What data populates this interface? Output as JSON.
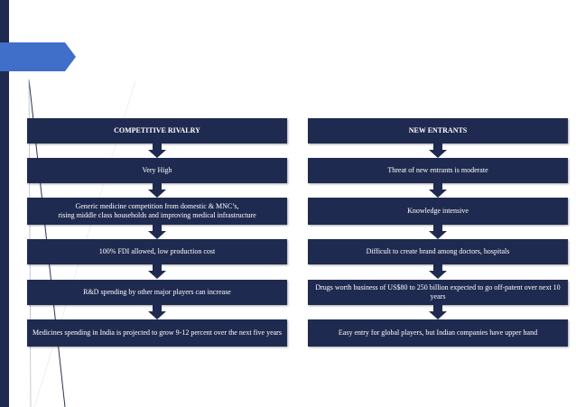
{
  "colors": {
    "box": "#1f2a50",
    "accent_tab": "#3f6fc9",
    "text": "#ffffff"
  },
  "left_column": {
    "header": "COMPETITIVE RIVALRY",
    "items": [
      "Very  High",
      "Generic medicine competition from domestic & MNC’s,\nrising middle class households and improving medical infrastructure",
      "100% FDI allowed, low production cost",
      "R&D spending by other major players can increase",
      "Medicines spending in India is projected to grow 9-12 percent over the next five years"
    ]
  },
  "right_column": {
    "header": "NEW ENTRANTS",
    "items": [
      "Threat of new entrants is moderate",
      "Knowledge intensive",
      "Difficult to create brand among doctors, hospitals",
      "Drugs worth business of US$80 to 250 billion expected to go off-patent over next 10 years",
      "Easy entry for global players, but Indian companies have upper hand"
    ]
  }
}
